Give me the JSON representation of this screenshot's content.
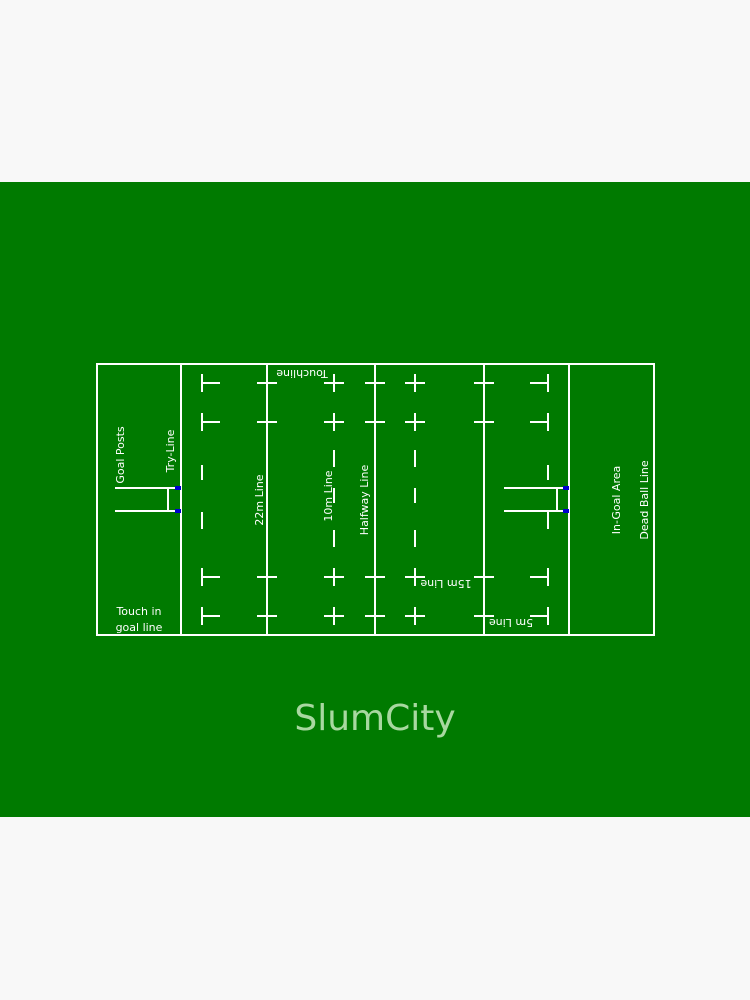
{
  "colors": {
    "background": "#f8f8f8",
    "pitch": "#007a00",
    "lines": "#ffffff",
    "post_pads": "#0000cc"
  },
  "labels": {
    "goal_posts": "Goal Posts",
    "try_line": "Try-Line",
    "line_22m": "22m Line",
    "line_10m": "10m Line",
    "halfway_line": "Halfway Line",
    "touchline": "Touchline",
    "line_15m": "15m Line",
    "line_5m": "5m Line",
    "in_goal_area": "In-Goal Area",
    "dead_ball_line": "Dead Ball Line",
    "touch_in_goal_line_1": "Touch in",
    "touch_in_goal_line_2": "goal line"
  },
  "watermark": "SlumCity"
}
